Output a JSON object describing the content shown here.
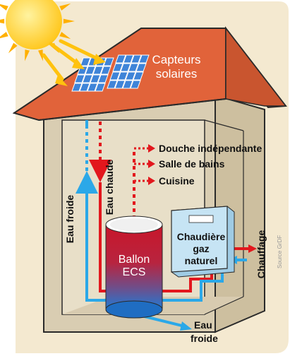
{
  "labels": {
    "solar_panels": [
      "Capteurs",
      "solaires"
    ],
    "cold_water_pipe": "Eau froide",
    "hot_water_pipe": "Eau chaude",
    "outputs": [
      "Douche indépendante",
      "Salle de bains",
      "Cuisine"
    ],
    "tank": [
      "Ballon",
      "ECS"
    ],
    "boiler": [
      "Chaudière",
      "gaz",
      "naturel"
    ],
    "heating": "Chauffage",
    "cold_water_inlet": [
      "Eau",
      "froide"
    ],
    "source": "Source GrDF"
  },
  "colors": {
    "background": "#f4e9d0",
    "wall": "#ddd2ba",
    "roof": "#e1633a",
    "roof_dark": "#b8462a",
    "sun": "#ffd21f",
    "sun_rays": "#ffb000",
    "panel": "#3f84d8",
    "hot_pipe": "#e2171d",
    "cold_pipe": "#2ba8e8",
    "boiler": "#b9dcf0",
    "tank_top": "#c01425",
    "tank_bottom": "#1f7bd6"
  }
}
